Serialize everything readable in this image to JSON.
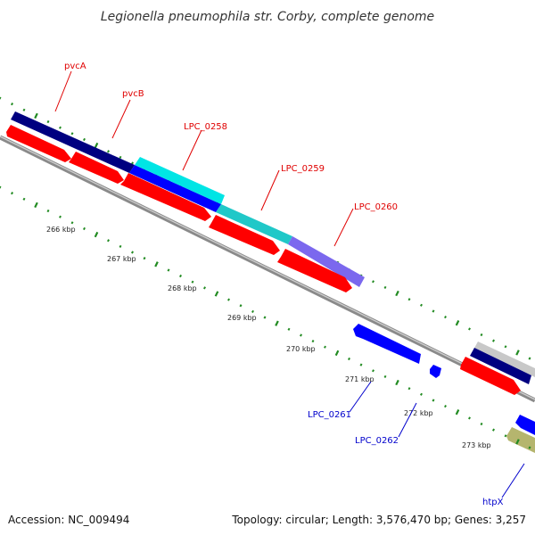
{
  "title": "Legionella pneumophila str. Corby, complete genome",
  "footer": {
    "accession": "Accession: NC_009494",
    "summary": "Topology: circular; Length: 3,576,470 bp; Genes: 3,257"
  },
  "colors": {
    "backbone": "#8c8c8c",
    "tick": "#228b22",
    "forward_label": "#e00000",
    "reverse_label": "#0000cc",
    "cds_red": "#ff0000",
    "cds_blue": "#0000ff",
    "cds_navy": "#000080",
    "cds_cyan": "#00cccc",
    "cds_purple": "#7b68ee",
    "cds_grey": "#c8c8c8",
    "cds_olive": "#b5b56e"
  },
  "tick_labels": [
    "266 kbp",
    "267 kbp",
    "268 kbp",
    "269 kbp",
    "270 kbp",
    "271 kbp",
    "272 kbp",
    "273 kbp"
  ],
  "forward_genes": [
    {
      "name": "pvcA"
    },
    {
      "name": "pvcB"
    },
    {
      "name": "LPC_0258"
    },
    {
      "name": "LPC_0259"
    },
    {
      "name": "LPC_0260"
    }
  ],
  "reverse_genes": [
    {
      "name": "LPC_0261"
    },
    {
      "name": "LPC_0262"
    },
    {
      "name": "htpX"
    }
  ]
}
